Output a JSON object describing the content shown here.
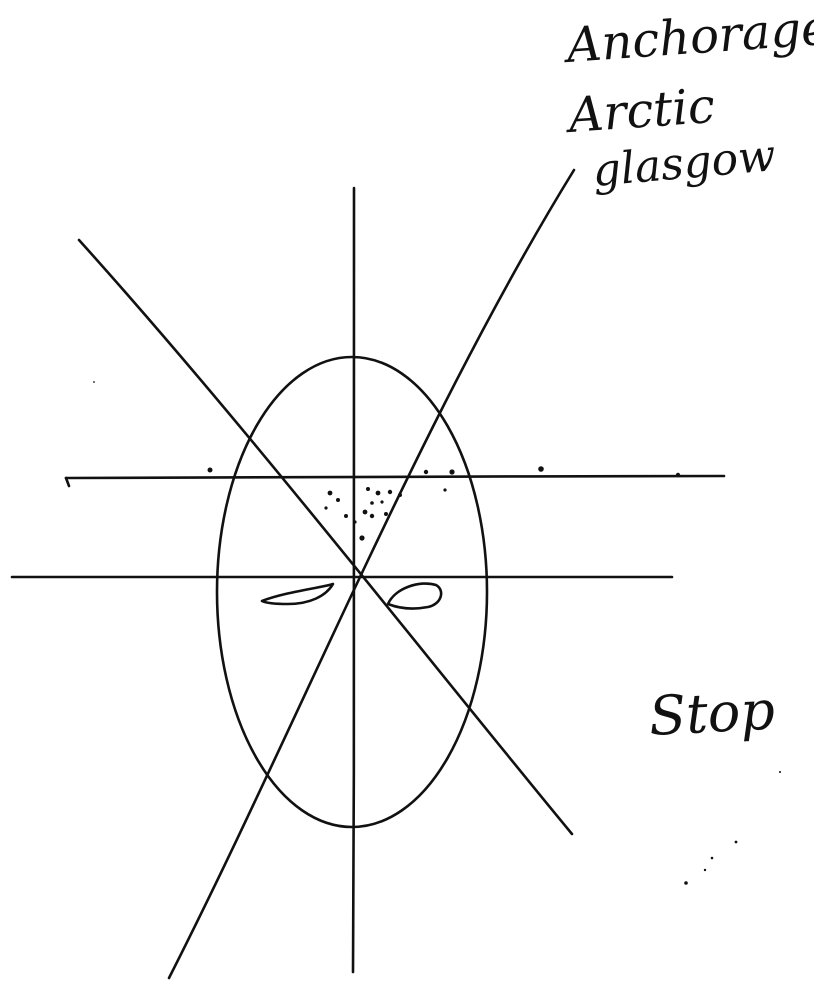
{
  "notes": {
    "line1": "Anchorage",
    "line2": "Arctic",
    "line3": "glasgow",
    "stop": "Stop"
  },
  "colors": {
    "ink": "#111111",
    "paper": "#ffffff"
  }
}
